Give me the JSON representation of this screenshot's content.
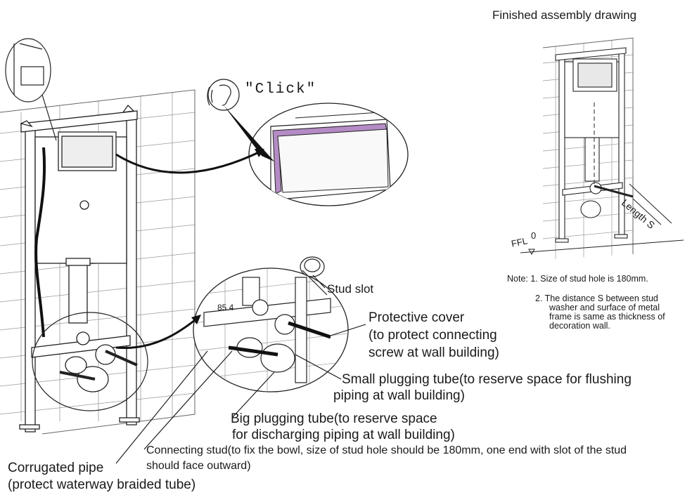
{
  "colors": {
    "line": "#222222",
    "brick": "#9a9a9a",
    "seal": "#9b59b6",
    "bg": "#ffffff"
  },
  "icons": {
    "sound": "ear-sound-icon"
  },
  "labels": {
    "assembly_title": "Finished assembly drawing",
    "click": "\"Click\"",
    "stud_slot": "Stud slot",
    "dim_85_4": "85.4",
    "length_s": "Length S",
    "ffl": "FFL",
    "ffl_zero": "0",
    "protective_cover_1": "Protective cover",
    "protective_cover_2": "(to protect connecting",
    "protective_cover_3": "screw at wall building)",
    "small_tube_1": "Small plugging tube(to reserve space for flushing",
    "small_tube_2": "piping at wall building)",
    "big_tube_1": "Big plugging tube(to reserve space",
    "big_tube_2": "for  discharging piping at wall building)",
    "stud_1": "Connecting stud(to fix the bowl, size of stud hole should be 180mm, one end with slot of the stud",
    "stud_2": "should face outward)",
    "corrugated_1": "Corrugated pipe",
    "corrugated_2": "(protect waterway braided tube)"
  },
  "notes": {
    "note1": "Note: 1. Size of stud hole is 180mm.",
    "note2_1": "2. The distance S between stud",
    "note2_2": "washer and surface of metal",
    "note2_3": "frame is same as thickness of",
    "note2_4": "decoration wall."
  }
}
